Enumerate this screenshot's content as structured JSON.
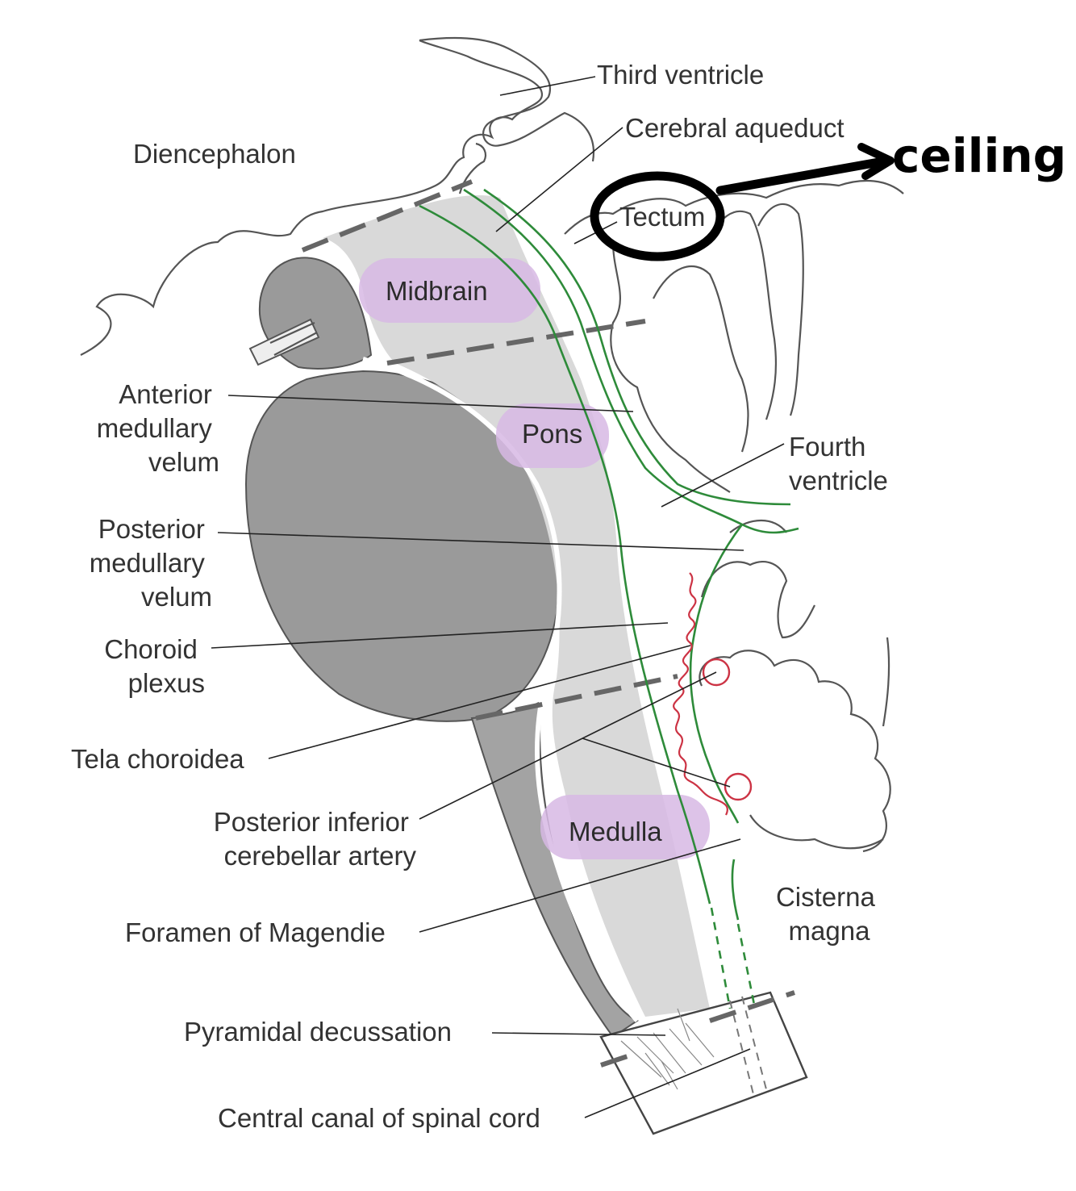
{
  "labels": {
    "third_ventricle": "Third ventricle",
    "cerebral_aqueduct": "Cerebral aqueduct",
    "diencephalon": "Diencephalon",
    "tectum": "Tectum",
    "midbrain": "Midbrain",
    "pons": "Pons",
    "medulla": "Medulla",
    "anterior_medullary_velum": [
      "Anterior",
      "medullary",
      "velum"
    ],
    "fourth_ventricle": [
      "Fourth",
      "ventricle"
    ],
    "posterior_medullary_velum": [
      "Posterior",
      "medullary",
      "velum"
    ],
    "choroid_plexus": [
      "Choroid",
      "plexus"
    ],
    "tela_choroidea": "Tela choroidea",
    "posterior_inferior_cerebellar_artery": [
      "Posterior inferior",
      "cerebellar artery"
    ],
    "foramen_of_magendie": "Foramen of Magendie",
    "cisterna_magna": [
      "Cisterna",
      "magna"
    ],
    "pyramidal_decussation": "Pyramidal decussation",
    "central_canal": "Central canal of spinal cord"
  },
  "annotation": {
    "handwritten_note": "ceiling"
  },
  "colors": {
    "brainstem_fill": "#d9d9d9",
    "dark_fill": "#9a9a9a",
    "region_highlight": "#d7b8e4",
    "green_boundary": "#2e8b3a",
    "choroid_red": "#cc3344",
    "ink": "#000000"
  }
}
